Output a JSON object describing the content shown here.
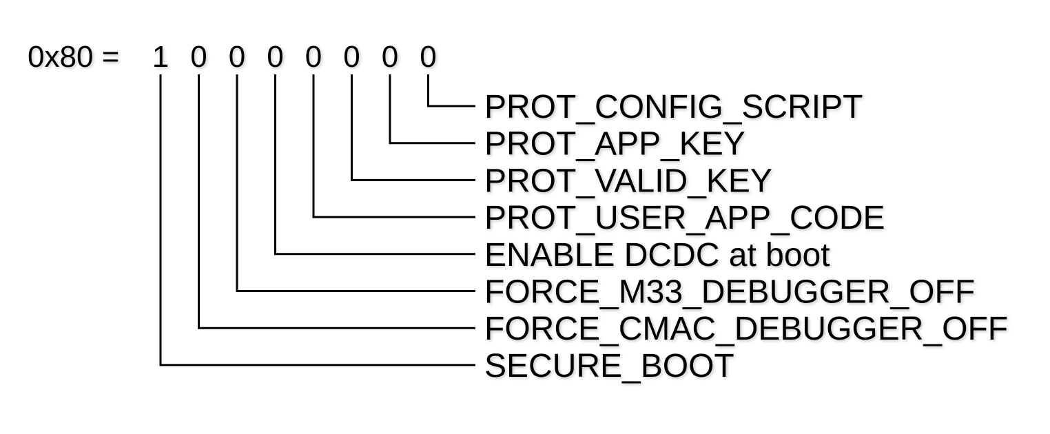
{
  "register_label": "0x80 =",
  "bits": [
    "1",
    "0",
    "0",
    "0",
    "0",
    "0",
    "0",
    "0"
  ],
  "fields": [
    {
      "bit_index": 7,
      "label": "PROT_CONFIG_SCRIPT"
    },
    {
      "bit_index": 6,
      "label": "PROT_APP_KEY"
    },
    {
      "bit_index": 5,
      "label": "PROT_VALID_KEY"
    },
    {
      "bit_index": 4,
      "label": "PROT_USER_APP_CODE"
    },
    {
      "bit_index": 3,
      "label": "ENABLE DCDC at boot"
    },
    {
      "bit_index": 2,
      "label": "FORCE_M33_DEBUGGER_OFF"
    },
    {
      "bit_index": 1,
      "label": "FORCE_CMAC_DEBUGGER_OFF"
    },
    {
      "bit_index": 0,
      "label": "SECURE_BOOT"
    }
  ],
  "colors": {
    "text": "#000000",
    "line": "#000000",
    "background": "#ffffff"
  }
}
